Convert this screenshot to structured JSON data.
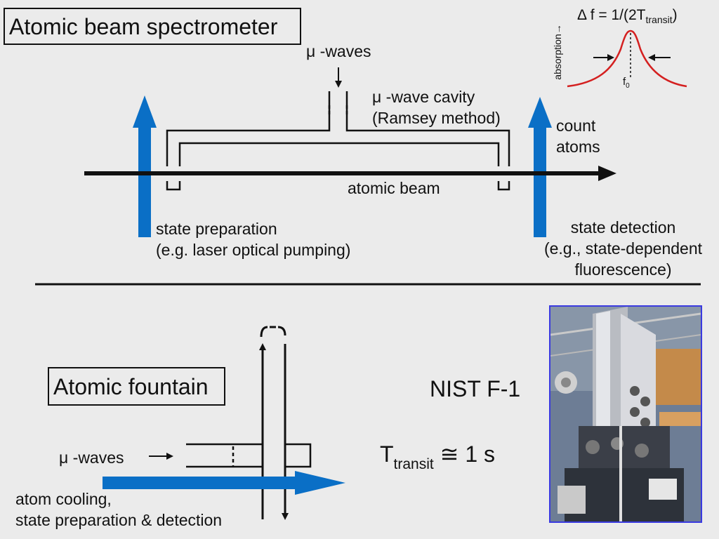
{
  "top_section": {
    "title": "Atomic beam spectrometer",
    "mu_symbol": "μ",
    "microwaves_label": " -waves",
    "cavity_label_line1": " -wave cavity",
    "cavity_label_line2": "(Ramsey method)",
    "count_line1": "count",
    "count_line2": "atoms",
    "atomic_beam_label": "atomic beam",
    "state_prep_line1": "state preparation",
    "state_prep_line2": "(e.g. laser optical pumping)",
    "state_det_line1": "state detection",
    "state_det_line2": "(e.g., state-dependent",
    "state_det_line3": "fluorescence)",
    "linewidth_formula_prefix": "Δ f = 1/(2T",
    "linewidth_formula_sub": "transit",
    "linewidth_formula_suffix": ")",
    "absorption_axis_label": "absorption→",
    "center_freq_label": "f",
    "center_freq_sub": "0"
  },
  "bottom_section": {
    "title": "Atomic fountain",
    "mu_symbol": "μ",
    "microwaves_label": " -waves",
    "cooling_line1": "atom cooling,",
    "cooling_line2": "state preparation & detection",
    "nist_label": "NIST F-1",
    "transit_T": "T",
    "transit_sub": "transit",
    "transit_value": " ≅ 1 s"
  },
  "colors": {
    "laser_blue": "#0a6fc6",
    "resonance_red": "#d42020",
    "photo_border": "#3a3ae0"
  }
}
